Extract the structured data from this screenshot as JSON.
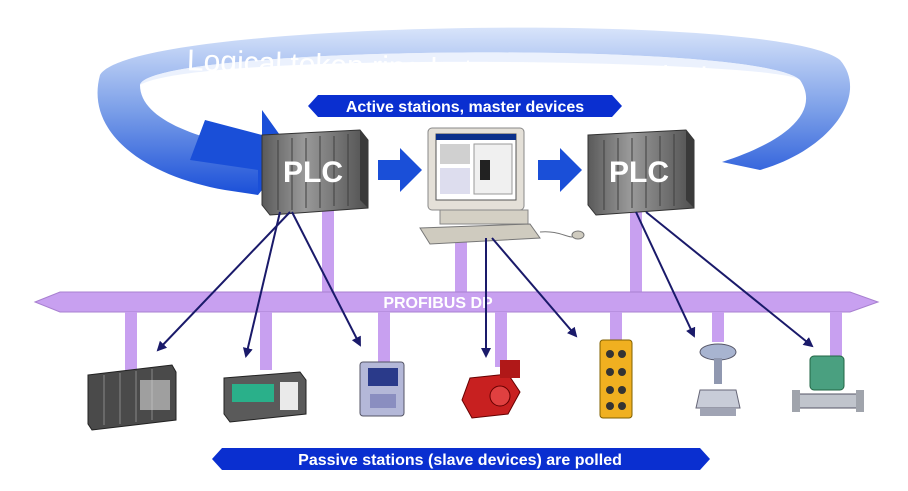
{
  "ring": {
    "label": "Logical token ring between master devices"
  },
  "masters_banner": {
    "label": "Active stations, master devices"
  },
  "bus": {
    "label": "PROFIBUS DP"
  },
  "slaves_banner": {
    "label": "Passive stations (slave devices) are polled"
  },
  "masters": [
    {
      "id": "plc-left",
      "label": "PLC"
    },
    {
      "id": "pc",
      "label": ""
    },
    {
      "id": "plc-right",
      "label": "PLC"
    }
  ],
  "slaves": [
    {
      "icon": "io-rack-icon"
    },
    {
      "icon": "module-icon"
    },
    {
      "icon": "analyzer-icon"
    },
    {
      "icon": "motor-icon"
    },
    {
      "icon": "io-block-icon"
    },
    {
      "icon": "valve-icon"
    },
    {
      "icon": "flowmeter-icon"
    }
  ],
  "colors": {
    "ring_blue": "#1a4fd8",
    "ring_light": "#a8c0f0",
    "bus_violet": "#c8a0f0",
    "banner_blue": "#0a2fd0",
    "arrow_navy": "#1a1a6a"
  }
}
